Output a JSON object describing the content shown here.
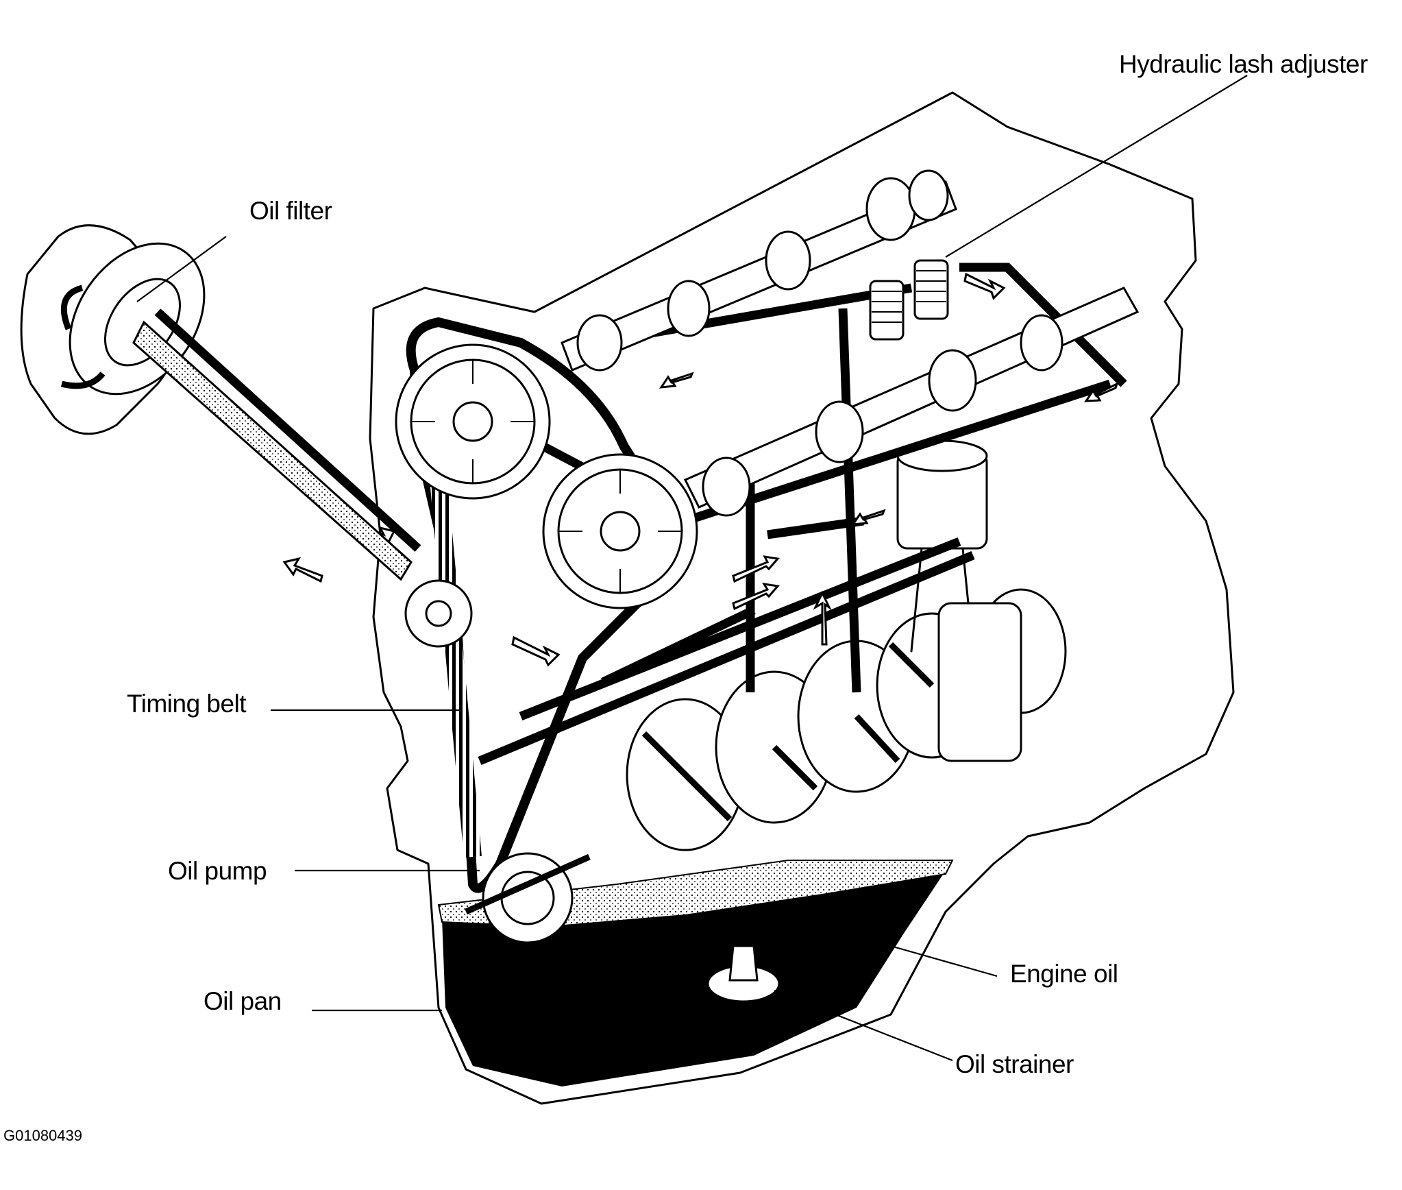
{
  "diagram": {
    "labels": {
      "hydraulic_lash_adjuster": "Hydraulic lash adjuster",
      "oil_filter": "Oil filter",
      "timing_belt": "Timing belt",
      "oil_pump": "Oil pump",
      "oil_pan": "Oil pan",
      "engine_oil": "Engine oil",
      "oil_strainer": "Oil strainer"
    },
    "figure_code": "G01080439"
  }
}
